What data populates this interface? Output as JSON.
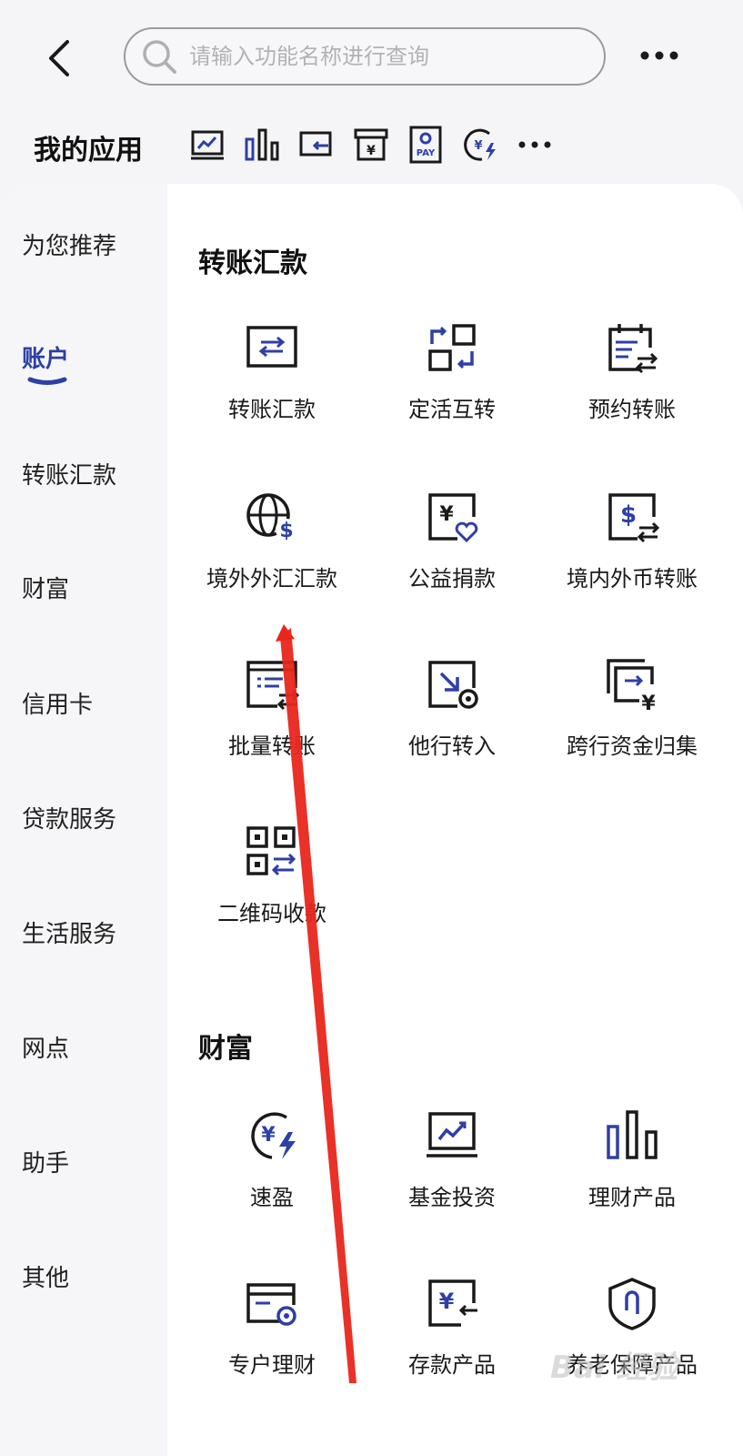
{
  "header": {
    "search_placeholder": "请输入功能名称进行查询",
    "back_icon": "chevron-left-icon",
    "more_icon": "ellipsis-icon"
  },
  "my_apps": {
    "label": "我的应用",
    "icons": [
      "fund-chart-icon",
      "bar-chart-icon",
      "transfer-card-icon",
      "archive-yen-icon",
      "pay-card-icon",
      "yen-speed-icon",
      "ellipsis-icon"
    ]
  },
  "sidebar": {
    "items": [
      {
        "label": "为您推荐"
      },
      {
        "label": "账户"
      },
      {
        "label": "转账汇款"
      },
      {
        "label": "财富"
      },
      {
        "label": "信用卡"
      },
      {
        "label": "贷款服务"
      },
      {
        "label": "生活服务"
      },
      {
        "label": "网点"
      },
      {
        "label": "助手"
      },
      {
        "label": "其他"
      }
    ],
    "active_index": 1
  },
  "sections": [
    {
      "title": "转账汇款",
      "items": [
        {
          "label": "转账汇款",
          "icon": "transfer-icon"
        },
        {
          "label": "定活互转",
          "icon": "swap-boxes-icon"
        },
        {
          "label": "预约转账",
          "icon": "scheduled-transfer-icon"
        },
        {
          "label": "境外外汇汇款",
          "icon": "globe-dollar-icon"
        },
        {
          "label": "公益捐款",
          "icon": "yen-heart-icon"
        },
        {
          "label": "境内外币转账",
          "icon": "dollar-transfer-icon"
        },
        {
          "label": "批量转账",
          "icon": "batch-transfer-icon"
        },
        {
          "label": "他行转入",
          "icon": "inbound-arrow-icon"
        },
        {
          "label": "跨行资金归集",
          "icon": "yen-collect-icon"
        },
        {
          "label": "二维码收款",
          "icon": "qr-code-icon"
        }
      ]
    },
    {
      "title": "财富",
      "items": [
        {
          "label": "速盈",
          "icon": "yen-speed-icon"
        },
        {
          "label": "基金投资",
          "icon": "fund-chart-icon"
        },
        {
          "label": "理财产品",
          "icon": "bar-chart-icon"
        },
        {
          "label": "专户理财",
          "icon": "card-plus-icon"
        },
        {
          "label": "存款产品",
          "icon": "yen-deposit-icon"
        },
        {
          "label": "养老保障产品",
          "icon": "shield-icon"
        }
      ]
    }
  ],
  "colors": {
    "accent": "#2e3fa6",
    "icon_dark": "#1a1a1a",
    "annotation_arrow": "#e8261c"
  },
  "watermark": "Bai 经验"
}
